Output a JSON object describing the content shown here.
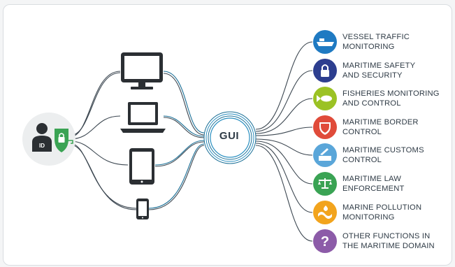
{
  "hub": {
    "label": "GUI"
  },
  "user": {
    "badge": "ID"
  },
  "devices": [
    {
      "name": "monitor-icon"
    },
    {
      "name": "laptop-icon"
    },
    {
      "name": "tablet-icon"
    },
    {
      "name": "smartphone-icon"
    }
  ],
  "functions": [
    {
      "icon": "ship-icon",
      "color": "#1f7ac2",
      "line1": "VESSEL TRAFFIC",
      "line2": "MONITORING"
    },
    {
      "icon": "lock-icon",
      "color": "#2d3e8f",
      "line1": "MARITIME SAFETY",
      "line2": "AND SECURITY"
    },
    {
      "icon": "fish-icon",
      "color": "#9bc224",
      "line1": "FISHERIES MONITORING",
      "line2": "AND CONTROL"
    },
    {
      "icon": "shield-icon",
      "color": "#e04b3a",
      "line1": "MARITIME BORDER",
      "line2": "CONTROL"
    },
    {
      "icon": "customs-icon",
      "color": "#5aa6d9",
      "line1": "MARITIME CUSTOMS",
      "line2": "CONTROL"
    },
    {
      "icon": "scales-icon",
      "color": "#3aa354",
      "line1": "MARITIME LAW",
      "line2": "ENFORCEMENT"
    },
    {
      "icon": "pollution-icon",
      "color": "#f2a41d",
      "line1": "MARINE POLLUTION",
      "line2": "MONITORING"
    },
    {
      "icon": "question-icon",
      "color": "#8c5ba8",
      "line1": "OTHER FUNCTIONS IN",
      "line2": "THE MARITIME DOMAIN"
    }
  ]
}
